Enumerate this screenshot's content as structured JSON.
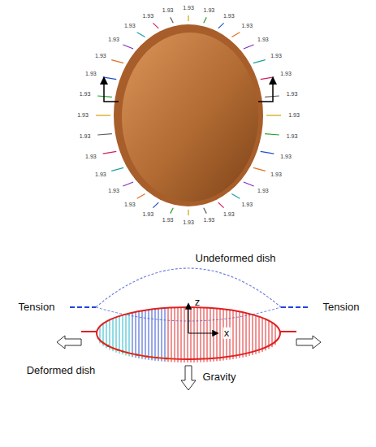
{
  "diagram": {
    "labels": [
      "1.93",
      "1.93",
      "1.93",
      "1.93",
      "1.93",
      "1.93",
      "1.93",
      "1.93",
      "1.93",
      "1.93",
      "1.93",
      "1.93",
      "1.93",
      "1.93",
      "1.93",
      "1.93",
      "1.93",
      "1.93",
      "1.93",
      "1.93",
      "1.93",
      "1.93",
      "1.93",
      "1.93",
      "1.93",
      "1.93",
      "1.93",
      "1.93",
      "1.93",
      "1.93",
      "1.93",
      "1.93",
      "Undeformed dish",
      "Tension",
      "Tension",
      "z",
      "x",
      "Deformed dish",
      "Gravity"
    ]
  }
}
